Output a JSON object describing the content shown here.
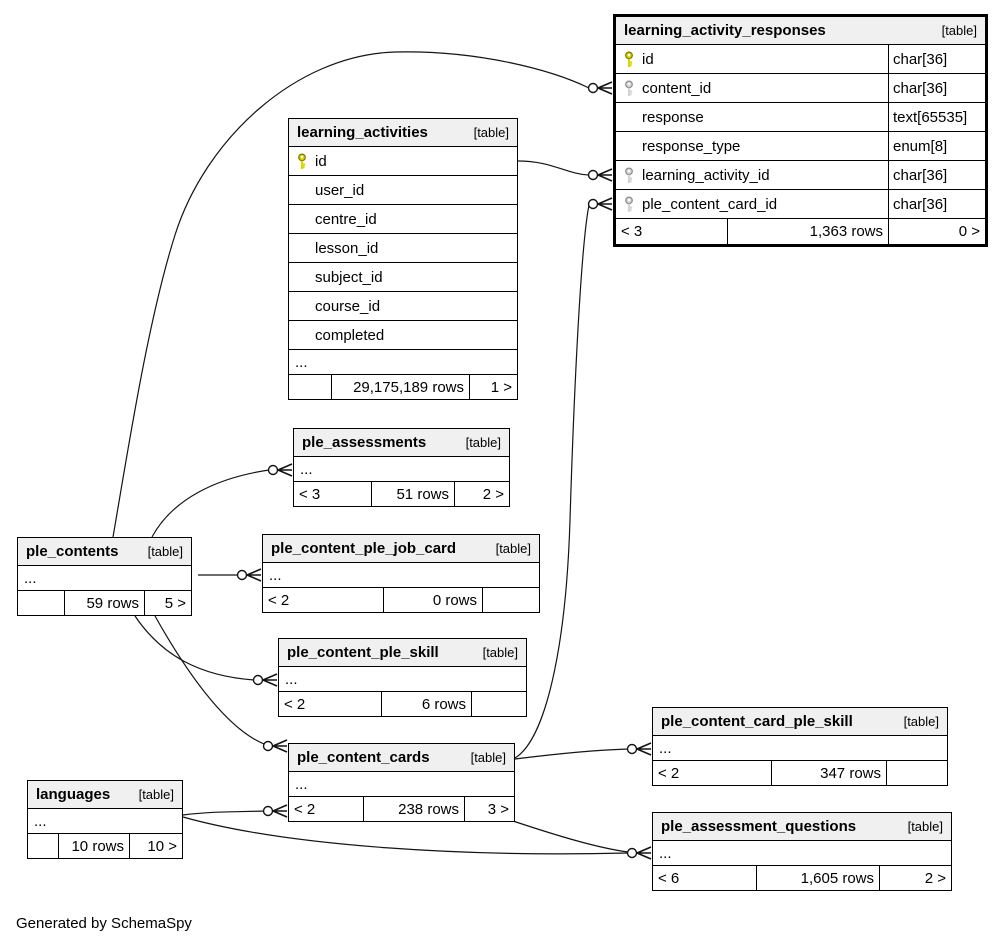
{
  "footer_note": "Generated by SchemaSpy",
  "colors": {
    "header_bg": "#f0f0f0",
    "border": "#000000",
    "primary_key": "#d8d800",
    "foreign_key": "#d4d4d4",
    "background": "#ffffff"
  },
  "tables": {
    "lar": {
      "title": "learning_activity_responses",
      "badge": "[table]",
      "columns": [
        {
          "key": "primary-key",
          "name": "id",
          "type": "char[36]"
        },
        {
          "key": "foreign-key",
          "name": "content_id",
          "type": "char[36]"
        },
        {
          "key": "",
          "name": "response",
          "type": "text[65535]"
        },
        {
          "key": "",
          "name": "response_type",
          "type": "enum[8]"
        },
        {
          "key": "foreign-key",
          "name": "learning_activity_id",
          "type": "char[36]"
        },
        {
          "key": "foreign-key",
          "name": "ple_content_card_id",
          "type": "char[36]"
        }
      ],
      "footer": {
        "left": "< 3",
        "rows": "1,363 rows",
        "right": "0 >"
      }
    },
    "la": {
      "title": "learning_activities",
      "badge": "[table]",
      "columns": [
        {
          "key": "primary-key",
          "name": "id"
        },
        {
          "key": "",
          "name": "user_id"
        },
        {
          "key": "",
          "name": "centre_id"
        },
        {
          "key": "",
          "name": "lesson_id"
        },
        {
          "key": "",
          "name": "subject_id"
        },
        {
          "key": "",
          "name": "course_id"
        },
        {
          "key": "",
          "name": "completed"
        }
      ],
      "ellipsis": "...",
      "footer": {
        "left": "",
        "rows": "29,175,189 rows",
        "right": "1 >"
      }
    },
    "pa": {
      "title": "ple_assessments",
      "badge": "[table]",
      "ellipsis": "...",
      "footer": {
        "left": "< 3",
        "rows": "51 rows",
        "right": "2 >"
      }
    },
    "pc": {
      "title": "ple_contents",
      "badge": "[table]",
      "ellipsis": "...",
      "footer": {
        "left": "",
        "rows": "59 rows",
        "right": "5 >"
      }
    },
    "pjc": {
      "title": "ple_content_ple_job_card",
      "badge": "[table]",
      "ellipsis": "...",
      "footer": {
        "left": "< 2",
        "rows": "0 rows",
        "right": ""
      }
    },
    "pps": {
      "title": "ple_content_ple_skill",
      "badge": "[table]",
      "ellipsis": "...",
      "footer": {
        "left": "< 2",
        "rows": "6 rows",
        "right": ""
      }
    },
    "pcc": {
      "title": "ple_content_cards",
      "badge": "[table]",
      "ellipsis": "...",
      "footer": {
        "left": "< 2",
        "rows": "238 rows",
        "right": "3 >"
      }
    },
    "pcps": {
      "title": "ple_content_card_ple_skill",
      "badge": "[table]",
      "ellipsis": "...",
      "footer": {
        "left": "< 2",
        "rows": "347 rows",
        "right": ""
      }
    },
    "lang": {
      "title": "languages",
      "badge": "[table]",
      "ellipsis": "...",
      "footer": {
        "left": "",
        "rows": "10 rows",
        "right": "10 >"
      }
    },
    "paq": {
      "title": "ple_assessment_questions",
      "badge": "[table]",
      "ellipsis": "...",
      "footer": {
        "left": "< 6",
        "rows": "1,605 rows",
        "right": "2 >"
      }
    }
  },
  "relationships": [
    {
      "from": "ple_contents",
      "to": "learning_activity_responses.content_id"
    },
    {
      "from": "learning_activities.id",
      "to": "learning_activity_responses.learning_activity_id"
    },
    {
      "from": "ple_content_cards",
      "to": "learning_activity_responses.ple_content_card_id"
    },
    {
      "from": "ple_contents",
      "to": "ple_assessments"
    },
    {
      "from": "ple_contents",
      "to": "ple_content_ple_job_card"
    },
    {
      "from": "ple_contents",
      "to": "ple_content_ple_skill"
    },
    {
      "from": "ple_contents",
      "to": "ple_content_cards"
    },
    {
      "from": "languages",
      "to": "ple_content_cards"
    },
    {
      "from": "languages",
      "to": "ple_assessment_questions"
    },
    {
      "from": "ple_content_cards",
      "to": "ple_assessment_questions"
    },
    {
      "from": "ple_content_cards",
      "to": "ple_content_card_ple_skill"
    }
  ]
}
